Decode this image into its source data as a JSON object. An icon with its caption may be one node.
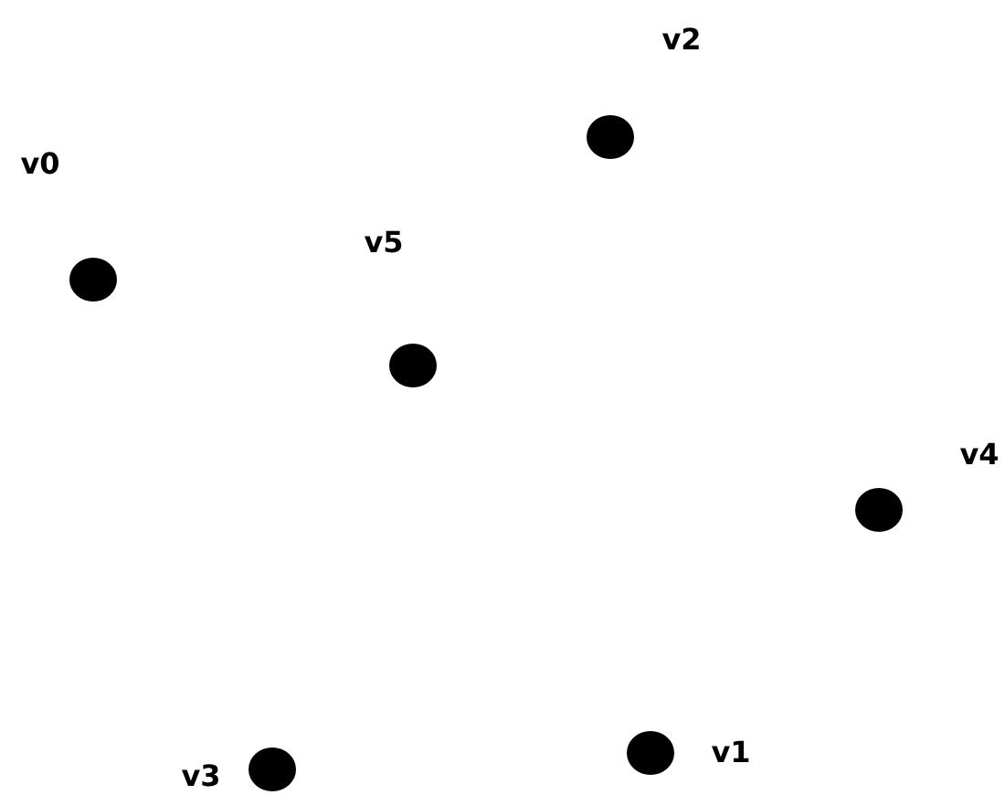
{
  "diagram": {
    "nodes": [
      {
        "text": [
          "v2"
        ]
      },
      {
        "text": [
          "v0"
        ]
      },
      {
        "text": [
          "v5"
        ]
      },
      {
        "text": [
          "v4"
        ]
      },
      {
        "text": [
          "v1"
        ]
      },
      {
        "text": [
          "v3"
        ]
      }
    ]
  }
}
